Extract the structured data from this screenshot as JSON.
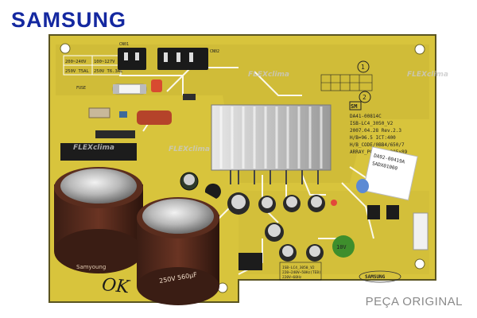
{
  "brand": {
    "logo_text": "SAMSUNG",
    "color": "#1428a0"
  },
  "footer": {
    "label": "PEÇA ORIGINAL"
  },
  "watermark": {
    "text": "FLEXclima"
  },
  "board": {
    "colors": {
      "substrate": "#d8c43c",
      "copper": "#c9b533",
      "outline": "#5a5420",
      "silkscreen": "#ffffff"
    },
    "rating_table": [
      [
        "200~240V",
        "100~127V"
      ],
      [
        "250V T5AL",
        "250V T6.3AL"
      ]
    ],
    "connector_labels": [
      "CN01",
      "CN02"
    ],
    "circle_marks": [
      "1",
      "2"
    ],
    "model_box": {
      "badge": "SM",
      "lines": [
        "DA41-00814C",
        "ISB-LC4_3050_V2",
        "2007.04.28 Rev.2.3",
        "H/B=96.5   ICT:400",
        "H/B_CODE/0BB4/650/7",
        "ARRAY_PCB/SUB_205x89"
      ]
    },
    "sticker": {
      "code": "DA92-00419A",
      "line2": "SADX01000"
    },
    "bottom_label": [
      "ISB-LC4_3050_V2",
      "220~240V~50Hz(TEB)",
      "220V~60Hz"
    ],
    "capacitor_mark": "250V 560μF",
    "cap_brand": "Samyoung",
    "handwritten": "OK",
    "pcb_logo": "SAMSUNG",
    "fuse_label": "FUSE",
    "green_part": "10V"
  }
}
